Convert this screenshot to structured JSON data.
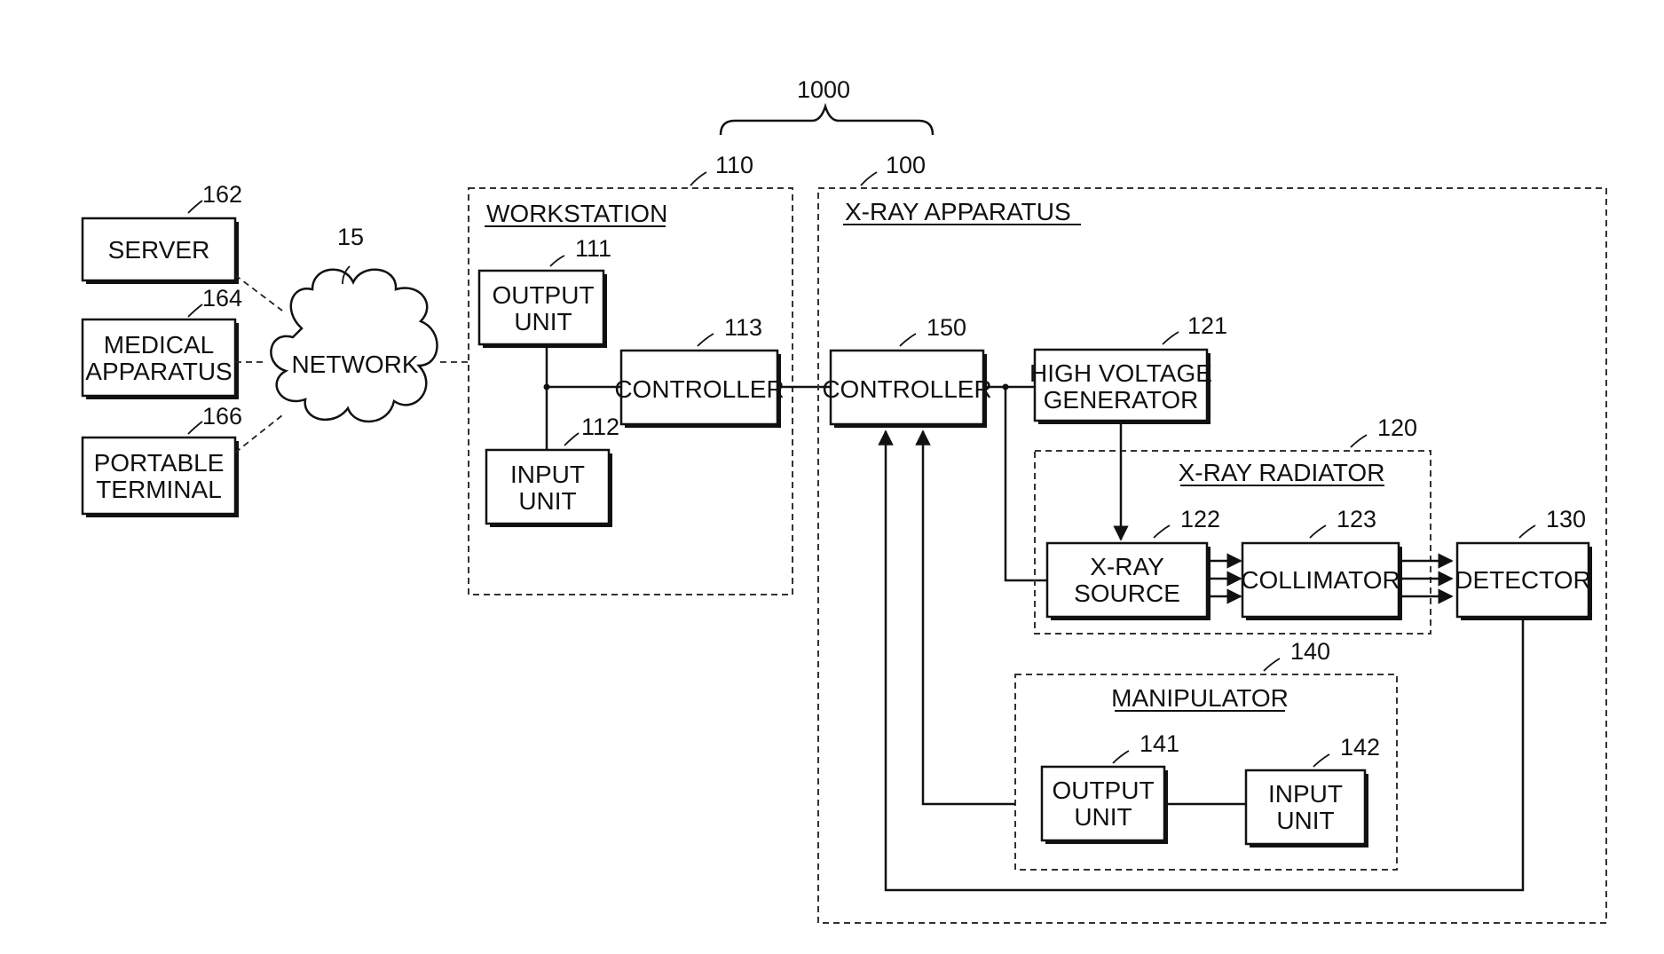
{
  "system_ref": "1000",
  "network": {
    "ref": "15",
    "label": "NETWORK"
  },
  "server": {
    "ref": "162",
    "label": "SERVER"
  },
  "medical_apparatus": {
    "ref": "164",
    "line1": "MEDICAL",
    "line2": "APPARATUS"
  },
  "portable_terminal": {
    "ref": "166",
    "line1": "PORTABLE",
    "line2": "TERMINAL"
  },
  "workstation": {
    "ref": "110",
    "title": "WORKSTATION",
    "output_unit": {
      "ref": "111",
      "line1": "OUTPUT",
      "line2": "UNIT"
    },
    "input_unit": {
      "ref": "112",
      "line1": "INPUT",
      "line2": "UNIT"
    },
    "controller": {
      "ref": "113",
      "label": "CONTROLLER"
    }
  },
  "xray_apparatus": {
    "ref": "100",
    "title": "X-RAY APPARATUS",
    "controller": {
      "ref": "150",
      "label": "CONTROLLER"
    },
    "hv_generator": {
      "ref": "121",
      "line1": "HIGH VOLTAGE",
      "line2": "GENERATOR"
    },
    "radiator": {
      "ref": "120",
      "title": "X-RAY RADIATOR",
      "source": {
        "ref": "122",
        "line1": "X-RAY",
        "line2": "SOURCE"
      },
      "collimator": {
        "ref": "123",
        "label": "COLLIMATOR"
      }
    },
    "detector": {
      "ref": "130",
      "label": "DETECTOR"
    },
    "manipulator": {
      "ref": "140",
      "title": "MANIPULATOR",
      "output_unit": {
        "ref": "141",
        "line1": "OUTPUT",
        "line2": "UNIT"
      },
      "input_unit": {
        "ref": "142",
        "line1": "INPUT",
        "line2": "UNIT"
      }
    }
  }
}
